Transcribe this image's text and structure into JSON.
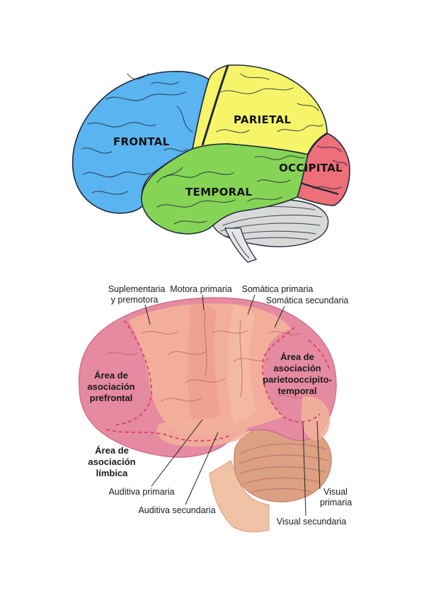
{
  "top_diagram": {
    "lobes": {
      "frontal": {
        "label": "FRONTAL",
        "color": "#5ab4f0"
      },
      "parietal": {
        "label": "PARIETAL",
        "color": "#f6f56a"
      },
      "temporal": {
        "label": "TEMPORAL",
        "color": "#86d455"
      },
      "occipital": {
        "label": "OCCIPITAL",
        "color": "#ee6f7a"
      }
    },
    "cerebellum_color": "#d9d9d9"
  },
  "bottom_diagram": {
    "labels": {
      "suplementaria_line1": "Suplementaria",
      "suplementaria_line2": "y premotora",
      "motora_primaria": "Motora primaria",
      "somatica_primaria": "Somática primaria",
      "somatica_secundaria": "Somática secundaria",
      "parieto_line1": "Área de",
      "parieto_line2": "asociación",
      "parieto_line3": "parietooccipito-",
      "parieto_line4": "temporal",
      "prefrontal_line1": "Área de",
      "prefrontal_line2": "asociación",
      "prefrontal_line3": "prefrontal",
      "limbica_line1": "Área de",
      "limbica_line2": "asociación",
      "limbica_line3": "límbica",
      "auditiva_primaria": "Auditiva primaria",
      "auditiva_secundaria": "Auditiva secundaria",
      "visual_primaria_line1": "Visual",
      "visual_primaria_line2": "primaria",
      "visual_secundaria": "Visual secundaria"
    },
    "colors": {
      "association": "#e58aa0",
      "primary": "#f2b09a",
      "cerebellum": "#dca082",
      "brainstem": "#f0c2a6",
      "boundary": "#d33b57"
    }
  }
}
